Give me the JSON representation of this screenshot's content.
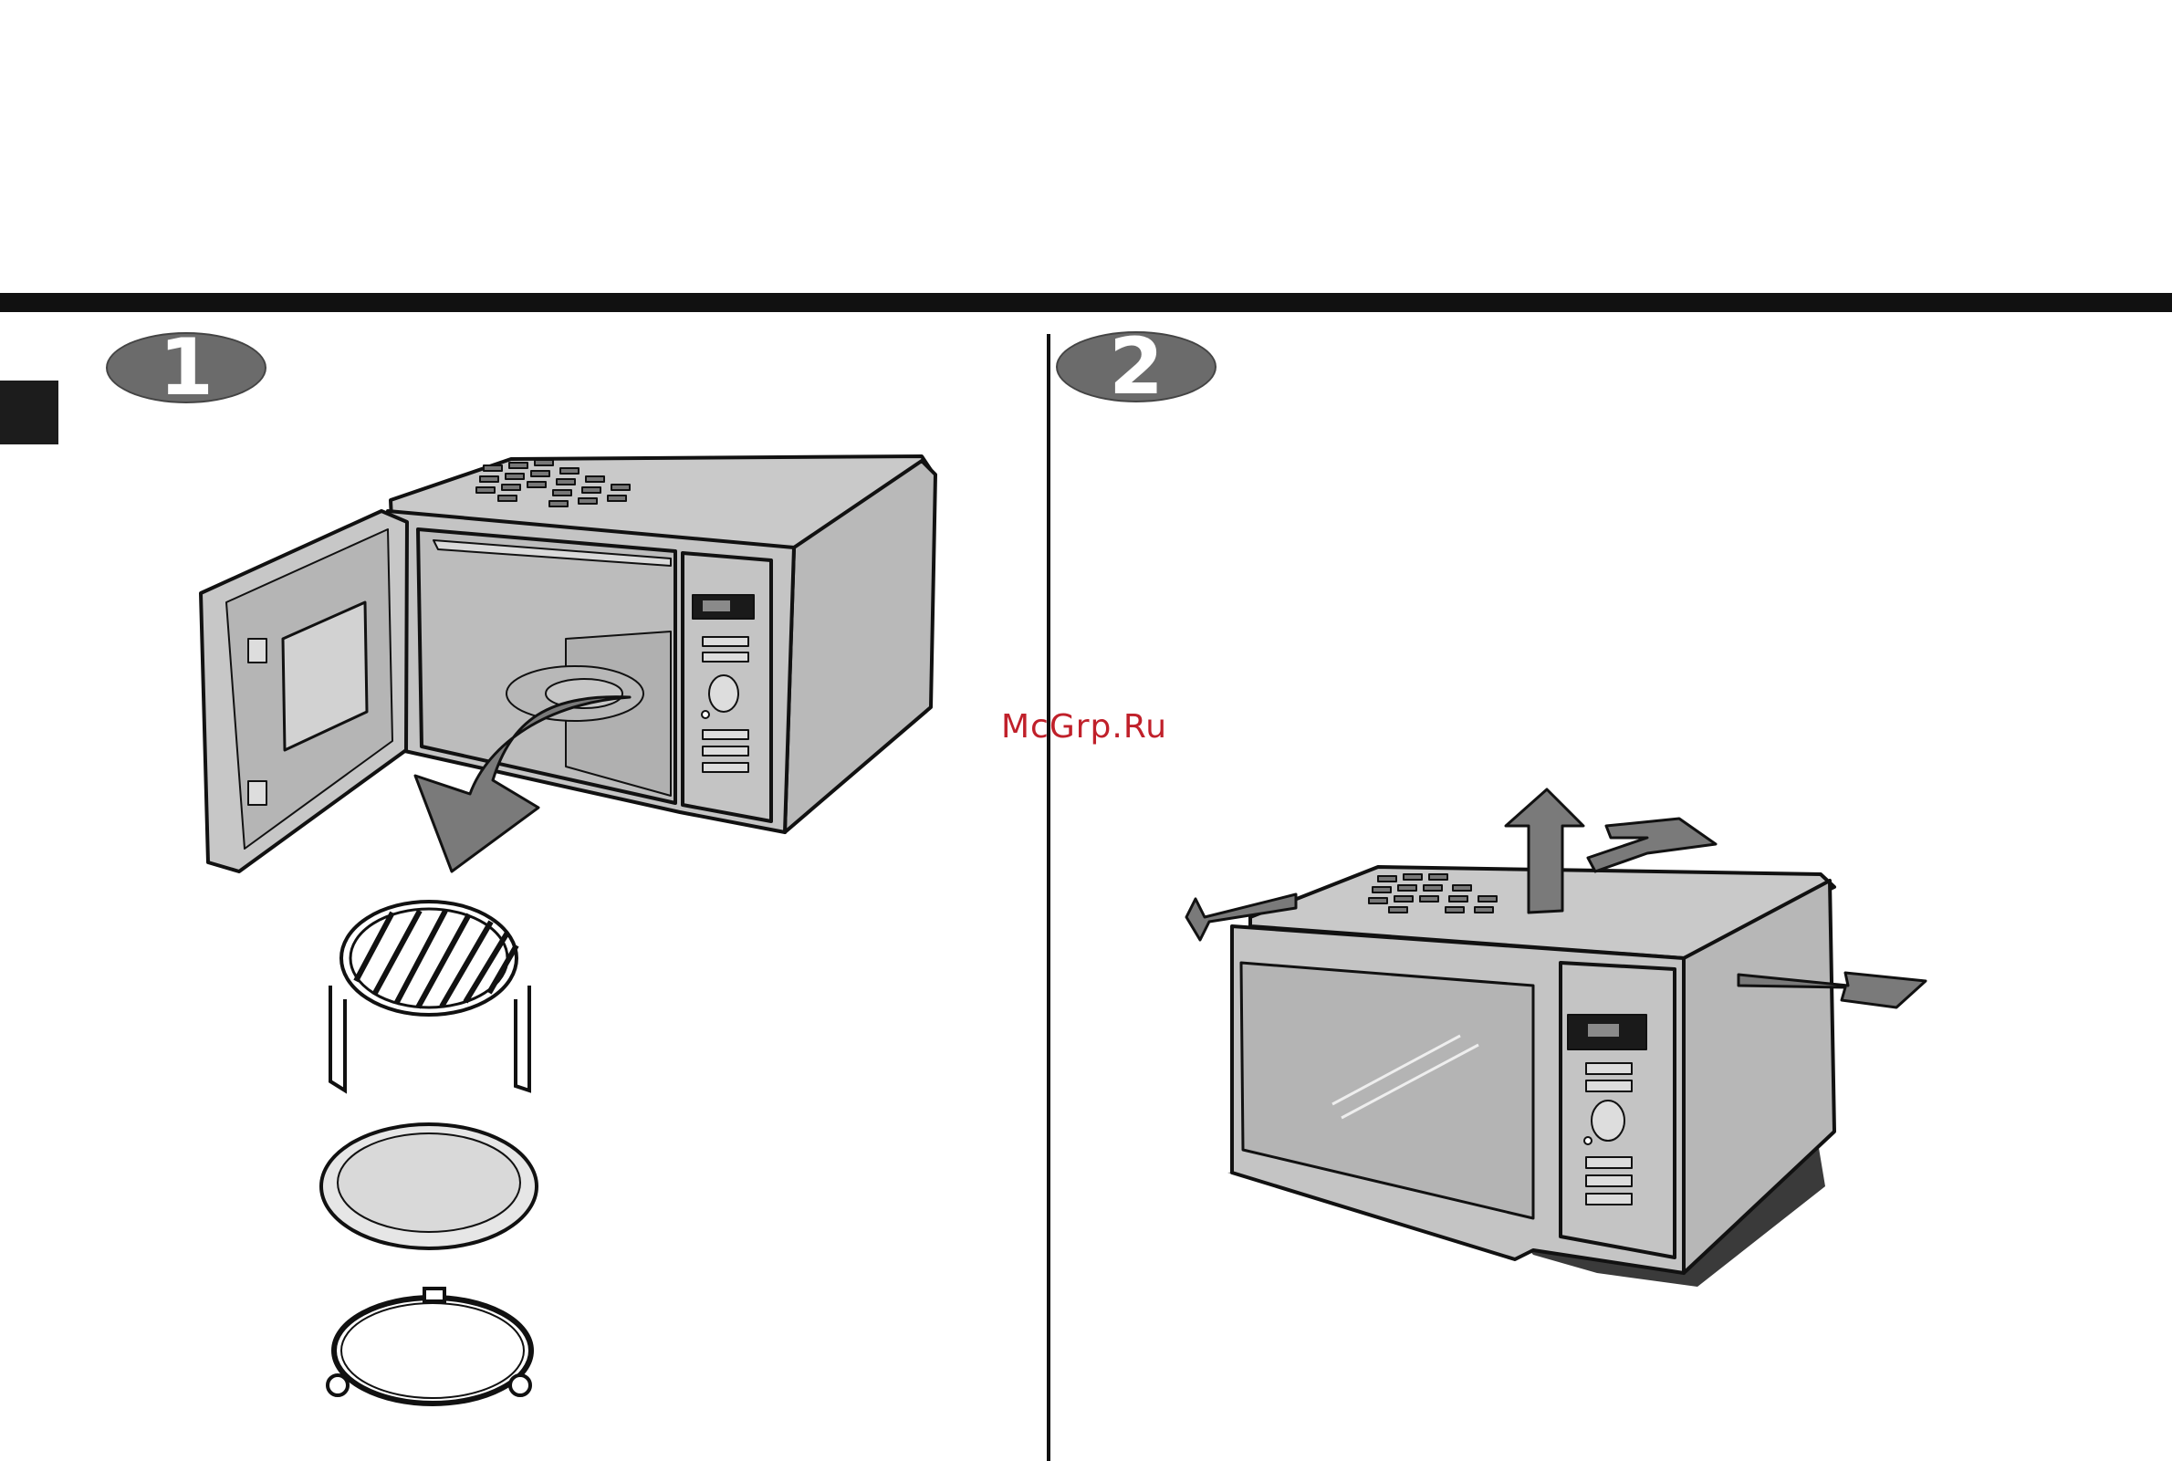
{
  "steps": [
    {
      "number": "1",
      "illustration": "microwave-open-door-remove-accessories"
    },
    {
      "number": "2",
      "illustration": "microwave-placement-clearance"
    }
  ],
  "accessories": [
    "grill-rack",
    "glass-tray",
    "roller-ring"
  ],
  "watermark": "McGrp.Ru",
  "colors": {
    "rule": "#111111",
    "badge": "#6b6b6b",
    "appliance": "#c4c4c4",
    "watermark": "#c0202a"
  }
}
